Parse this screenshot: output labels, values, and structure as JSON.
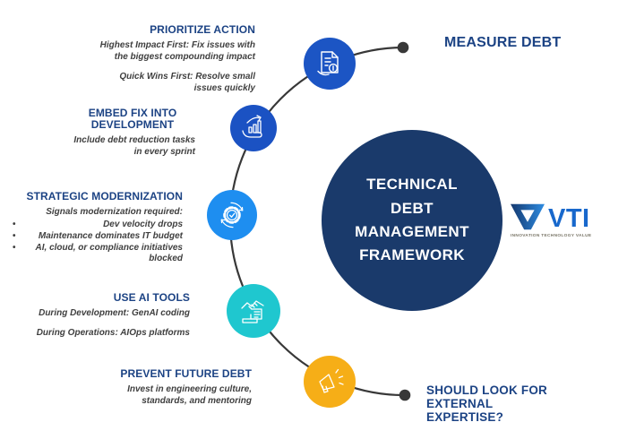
{
  "center": {
    "title": "TECHNICAL DEBT MANAGEMENT FRAMEWORK",
    "bg_color": "#1a3a6b",
    "text_color": "#ffffff"
  },
  "steps": [
    {
      "title": "PRIORITIZE ACTION",
      "icon": "invoice-icon",
      "circle_color": "#1c55c4",
      "para1": "Highest Impact First: Fix issues with the biggest compounding impact",
      "para2": "Quick Wins First: Resolve small issues quickly"
    },
    {
      "title": "EMBED FIX INTO DEVELOPMENT",
      "icon": "hand-growth-icon",
      "circle_color": "#1b52c3",
      "para1": "Include debt reduction tasks in every sprint"
    },
    {
      "title": "STRATEGIC MODERNIZATION",
      "icon": "gear-check-icon",
      "circle_color": "#1e8ef0",
      "intro": "Signals modernization required:",
      "bullet_marker": "•",
      "bullets": [
        "Dev velocity drops",
        "Maintenance dominates IT budget",
        "AI, cloud, or compliance initiatives blocked"
      ]
    },
    {
      "title": "USE AI TOOLS",
      "icon": "handshake-doc-icon",
      "circle_color": "#1fc7cf",
      "para1": "During Development: GenAI coding",
      "para2": "During Operations: AIOps platforms"
    },
    {
      "title": "PREVENT FUTURE DEBT",
      "icon": "megaphone-icon",
      "circle_color": "#f6ae17",
      "para1": "Invest in engineering culture, standards, and mentoring"
    }
  ],
  "right_labels": {
    "measure": "MEASURE DEBT",
    "external": "SHOULD LOOK FOR EXTERNAL EXPERTISE?"
  },
  "brand": {
    "name": "VTI",
    "tagline": "INNOVATION TECHNOLOGY VALUE",
    "mark_color_dark": "#14386e",
    "mark_color_light": "#2e8ce2",
    "name_color": "#1868cc"
  },
  "styles": {
    "heading_color": "#1c4384",
    "body_color": "#3f3f3f",
    "line_color": "#383838",
    "background": "#ffffff"
  }
}
